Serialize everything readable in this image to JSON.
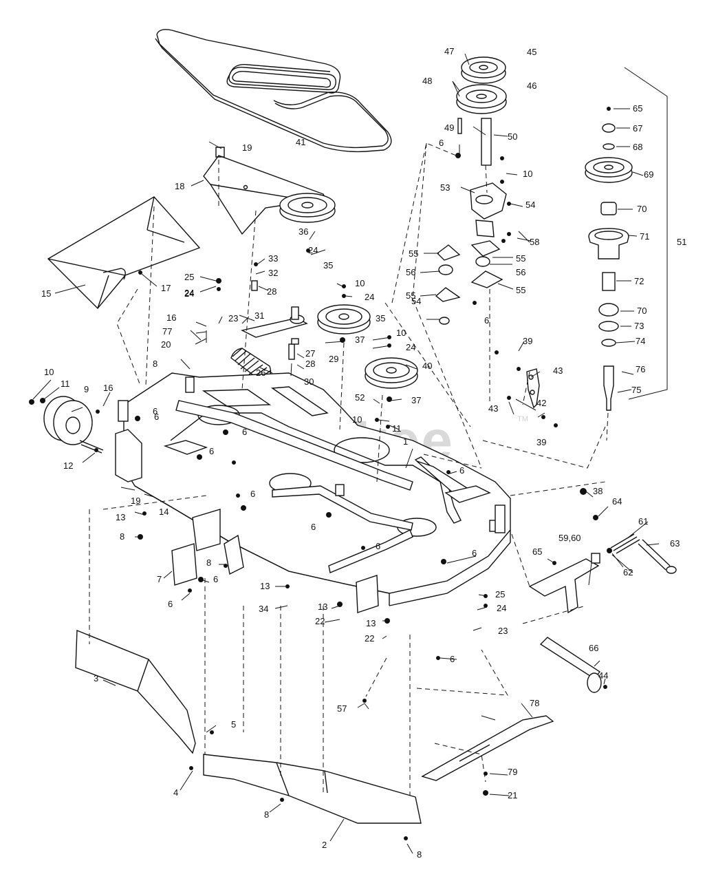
{
  "diagram": {
    "watermark": "PartsTree",
    "trademark": "TM",
    "callouts": [
      {
        "id": "c-1",
        "text": "1"
      },
      {
        "id": "c-2",
        "text": "2"
      },
      {
        "id": "c-3",
        "text": "3"
      },
      {
        "id": "c-4",
        "text": "4"
      },
      {
        "id": "c-5",
        "text": "5"
      },
      {
        "id": "c-6a",
        "text": "6"
      },
      {
        "id": "c-7",
        "text": "7"
      },
      {
        "id": "c-8a",
        "text": "8"
      },
      {
        "id": "c-9",
        "text": "9"
      },
      {
        "id": "c-10a",
        "text": "10"
      },
      {
        "id": "c-11a",
        "text": "11"
      },
      {
        "id": "c-12",
        "text": "12"
      },
      {
        "id": "c-13a",
        "text": "13"
      },
      {
        "id": "c-14",
        "text": "14"
      },
      {
        "id": "c-15",
        "text": "15"
      },
      {
        "id": "c-16a",
        "text": "16"
      },
      {
        "id": "c-17",
        "text": "17"
      },
      {
        "id": "c-18",
        "text": "18"
      },
      {
        "id": "c-19a",
        "text": "19"
      },
      {
        "id": "c-20",
        "text": "20"
      },
      {
        "id": "c-21",
        "text": "21"
      },
      {
        "id": "c-22a",
        "text": "22"
      },
      {
        "id": "c-23a",
        "text": "23"
      },
      {
        "id": "c-24a",
        "text": "24"
      },
      {
        "id": "c-25a",
        "text": "25"
      },
      {
        "id": "c-26",
        "text": "26"
      },
      {
        "id": "c-27",
        "text": "27"
      },
      {
        "id": "c-28a",
        "text": "28"
      },
      {
        "id": "c-29",
        "text": "29"
      },
      {
        "id": "c-30",
        "text": "30"
      },
      {
        "id": "c-31",
        "text": "31"
      },
      {
        "id": "c-32",
        "text": "32"
      },
      {
        "id": "c-33",
        "text": "33"
      },
      {
        "id": "c-34",
        "text": "34"
      },
      {
        "id": "c-35a",
        "text": "35"
      },
      {
        "id": "c-36",
        "text": "36"
      },
      {
        "id": "c-37a",
        "text": "37"
      },
      {
        "id": "c-38",
        "text": "38"
      },
      {
        "id": "c-39a",
        "text": "39"
      },
      {
        "id": "c-40",
        "text": "40"
      },
      {
        "id": "c-41",
        "text": "41"
      },
      {
        "id": "c-42",
        "text": "42"
      },
      {
        "id": "c-43a",
        "text": "43"
      },
      {
        "id": "c-44",
        "text": "44"
      },
      {
        "id": "c-45",
        "text": "45"
      },
      {
        "id": "c-46",
        "text": "46"
      },
      {
        "id": "c-47",
        "text": "47"
      },
      {
        "id": "c-48",
        "text": "48"
      },
      {
        "id": "c-49",
        "text": "49"
      },
      {
        "id": "c-50",
        "text": "50"
      },
      {
        "id": "c-51",
        "text": "51"
      },
      {
        "id": "c-52",
        "text": "52"
      },
      {
        "id": "c-53",
        "text": "53"
      },
      {
        "id": "c-54a",
        "text": "54"
      },
      {
        "id": "c-55a",
        "text": "55"
      },
      {
        "id": "c-56a",
        "text": "56"
      },
      {
        "id": "c-57",
        "text": "57"
      },
      {
        "id": "c-58",
        "text": "58"
      },
      {
        "id": "c-59-60",
        "text": "59,60"
      },
      {
        "id": "c-61",
        "text": "61"
      },
      {
        "id": "c-62",
        "text": "62"
      },
      {
        "id": "c-63",
        "text": "63"
      },
      {
        "id": "c-64",
        "text": "64"
      },
      {
        "id": "c-65a",
        "text": "65"
      },
      {
        "id": "c-66",
        "text": "66"
      },
      {
        "id": "c-67",
        "text": "67"
      },
      {
        "id": "c-68",
        "text": "68"
      },
      {
        "id": "c-69",
        "text": "69"
      },
      {
        "id": "c-70a",
        "text": "70"
      },
      {
        "id": "c-71",
        "text": "71"
      },
      {
        "id": "c-72",
        "text": "72"
      },
      {
        "id": "c-73",
        "text": "73"
      },
      {
        "id": "c-74",
        "text": "74"
      },
      {
        "id": "c-75",
        "text": "75"
      },
      {
        "id": "c-76",
        "text": "76"
      },
      {
        "id": "c-77",
        "text": "77"
      },
      {
        "id": "c-78",
        "text": "78"
      },
      {
        "id": "c-79",
        "text": "79"
      },
      {
        "id": "c-10b",
        "text": "10"
      },
      {
        "id": "c-10c",
        "text": "10"
      },
      {
        "id": "c-10d",
        "text": "10"
      },
      {
        "id": "c-10e",
        "text": "10"
      },
      {
        "id": "c-11b",
        "text": "11"
      },
      {
        "id": "c-13b",
        "text": "13"
      },
      {
        "id": "c-13c",
        "text": "13"
      },
      {
        "id": "c-13d",
        "text": "13"
      },
      {
        "id": "c-8b",
        "text": "8"
      },
      {
        "id": "c-8c",
        "text": "8"
      },
      {
        "id": "c-8d",
        "text": "8"
      },
      {
        "id": "c-8e",
        "text": "8"
      },
      {
        "id": "c-6b",
        "text": "6"
      },
      {
        "id": "c-6c",
        "text": "6"
      },
      {
        "id": "c-6d",
        "text": "6"
      },
      {
        "id": "c-6e",
        "text": "6"
      },
      {
        "id": "c-6f",
        "text": "6"
      },
      {
        "id": "c-6g",
        "text": "6"
      },
      {
        "id": "c-6h",
        "text": "6"
      },
      {
        "id": "c-6i",
        "text": "6"
      },
      {
        "id": "c-6j",
        "text": "6"
      },
      {
        "id": "c-6k",
        "text": "6"
      },
      {
        "id": "c-6l",
        "text": "6"
      },
      {
        "id": "c-6m",
        "text": "6"
      },
      {
        "id": "c-6n",
        "text": "6"
      },
      {
        "id": "c-16b",
        "text": "16"
      },
      {
        "id": "c-19b",
        "text": "19"
      },
      {
        "id": "c-22b",
        "text": "22"
      },
      {
        "id": "c-23b",
        "text": "23"
      },
      {
        "id": "c-24b",
        "text": "24"
      },
      {
        "id": "c-24c",
        "text": "24"
      },
      {
        "id": "c-24d",
        "text": "24"
      },
      {
        "id": "c-24e",
        "text": "24"
      },
      {
        "id": "c-24f",
        "text": "24"
      },
      {
        "id": "c-25b",
        "text": "25"
      },
      {
        "id": "c-28b",
        "text": "28"
      },
      {
        "id": "c-35b",
        "text": "35"
      },
      {
        "id": "c-37b",
        "text": "37"
      },
      {
        "id": "c-39b",
        "text": "39"
      },
      {
        "id": "c-43b",
        "text": "43"
      },
      {
        "id": "c-54b",
        "text": "54"
      },
      {
        "id": "c-55b",
        "text": "55"
      },
      {
        "id": "c-55c",
        "text": "55"
      },
      {
        "id": "c-55d",
        "text": "55"
      },
      {
        "id": "c-56b",
        "text": "56"
      },
      {
        "id": "c-65b",
        "text": "65"
      },
      {
        "id": "c-70b",
        "text": "70"
      }
    ]
  }
}
